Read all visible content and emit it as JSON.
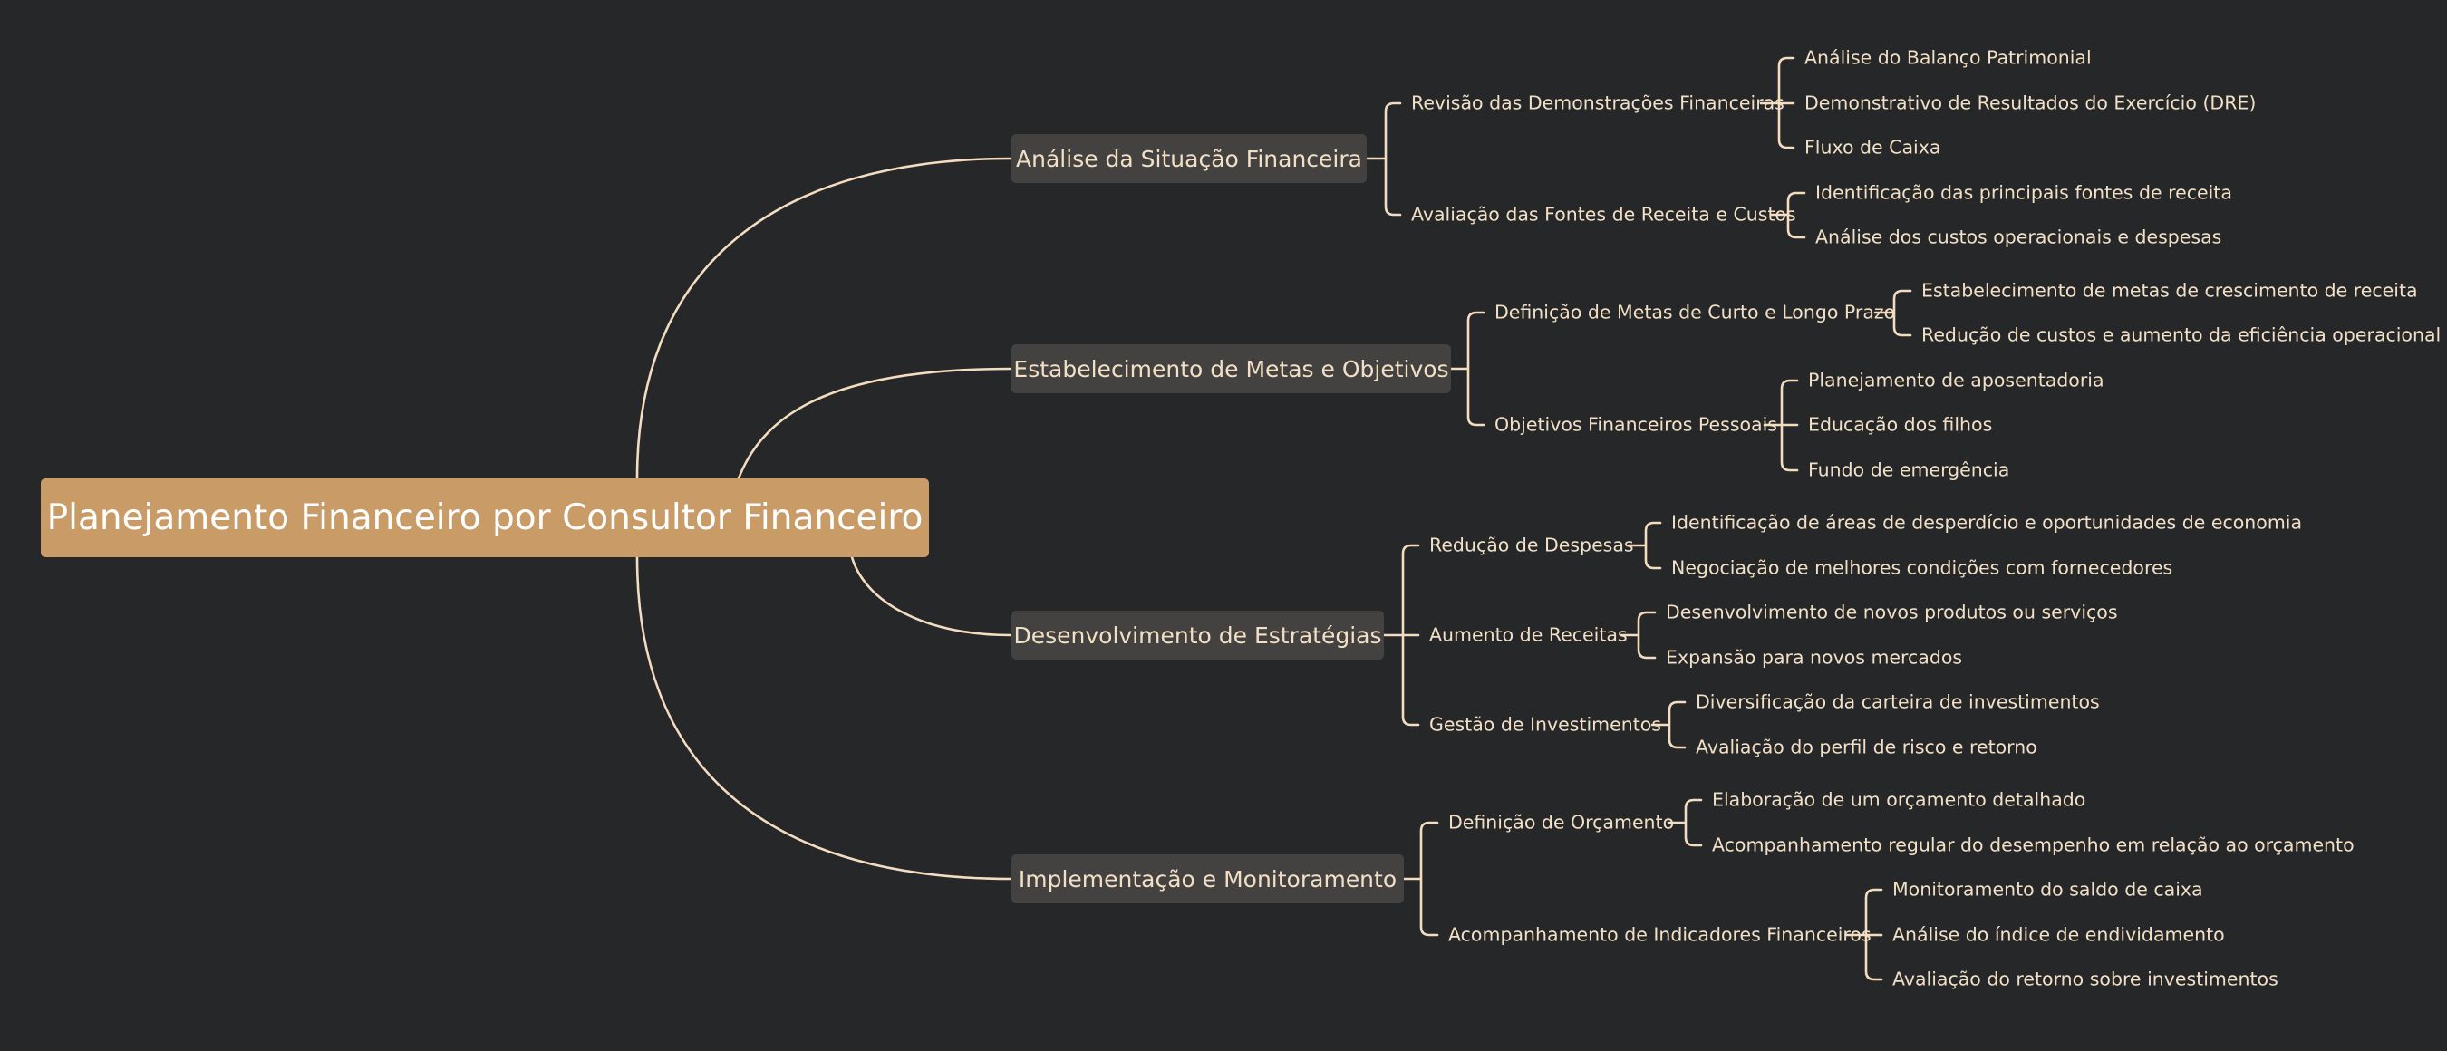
{
  "root": {
    "label": "Planejamento Financeiro por Consultor Financeiro"
  },
  "branches": [
    {
      "label": "Análise da Situação Financeira",
      "children": [
        {
          "label": "Revisão das Demonstrações Financeiras",
          "children": [
            "Análise do Balanço Patrimonial",
            "Demonstrativo de Resultados do Exercício (DRE)",
            "Fluxo de Caixa"
          ]
        },
        {
          "label": "Avaliação das Fontes de Receita e Custos",
          "children": [
            "Identificação das principais fontes de receita",
            "Análise dos custos operacionais e despesas"
          ]
        }
      ]
    },
    {
      "label": "Estabelecimento de Metas e Objetivos",
      "children": [
        {
          "label": "Definição de Metas de Curto e Longo Prazo",
          "children": [
            "Estabelecimento de metas de crescimento de receita",
            "Redução de custos e aumento da eficiência operacional"
          ]
        },
        {
          "label": "Objetivos Financeiros Pessoais",
          "children": [
            "Planejamento de aposentadoria",
            "Educação dos filhos",
            "Fundo de emergência"
          ]
        }
      ]
    },
    {
      "label": "Desenvolvimento de Estratégias",
      "children": [
        {
          "label": "Redução de Despesas",
          "children": [
            "Identificação de áreas de desperdício e oportunidades de economia",
            "Negociação de melhores condições com fornecedores"
          ]
        },
        {
          "label": "Aumento de Receitas",
          "children": [
            "Desenvolvimento de novos produtos ou serviços",
            "Expansão para novos mercados"
          ]
        },
        {
          "label": "Gestão de Investimentos",
          "children": [
            "Diversificação da carteira de investimentos",
            "Avaliação do perfil de risco e retorno"
          ]
        }
      ]
    },
    {
      "label": "Implementação e Monitoramento",
      "children": [
        {
          "label": "Definição de Orçamento",
          "children": [
            "Elaboração de um orçamento detalhado",
            "Acompanhamento regular do desempenho em relação ao orçamento"
          ]
        },
        {
          "label": "Acompanhamento de Indicadores Financeiros",
          "children": [
            "Monitoramento do saldo de caixa",
            "Análise do índice de endividamento",
            "Avaliação do retorno sobre investimentos"
          ]
        }
      ]
    }
  ],
  "colors": {
    "background": "#262728",
    "root_fill": "#c99b67",
    "branch_fill": "#434240",
    "line": "#f3dcc0",
    "text": "#f1dfc6"
  }
}
